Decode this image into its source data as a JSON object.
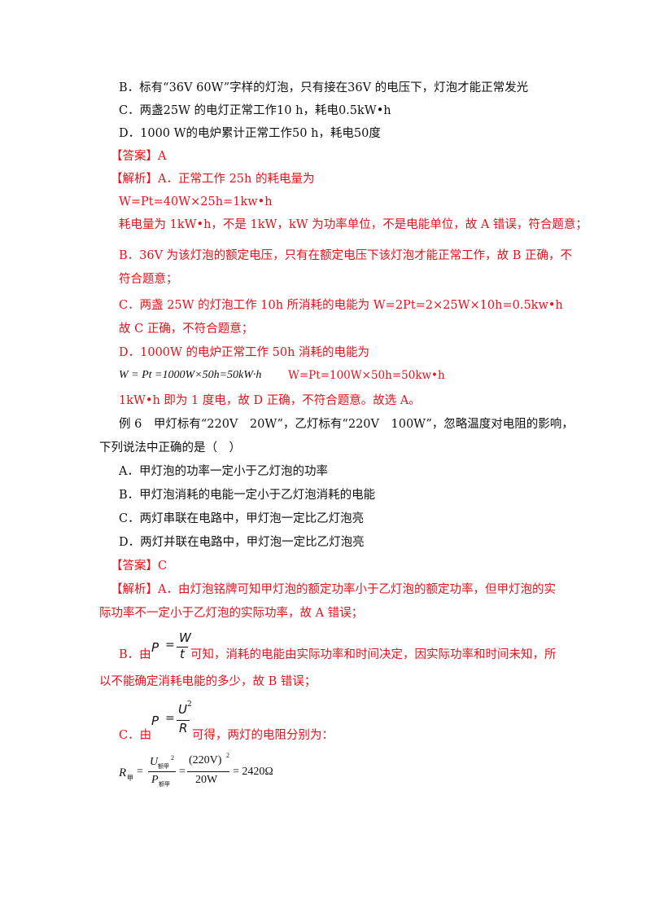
{
  "lines": {
    "b1": "B．标有“36V 60W”字样的灯泡，只有接在36V 的电压下，灯泡才能正常发光",
    "c1": "C．两盏25W 的电灯正常工作10 h，耗电0.5kW•h",
    "d1": "D．1000 W的电炉累计正常工作50 h，耗电50度",
    "ans1": "【答案】A",
    "jx1": "【解析】A．正常工作 25h 的耗电量为",
    "wpt": "W=Pt=40W×25h=1kw•h",
    "jx2": "耗电量为 1kW•h，不是 1kW，kW 为功率单位，不是电能单位，故 A 错误，符合题意；",
    "jx3a": "B．36V 为该灯泡的额定电压，只有在额定电压下该灯泡才能正常工作，故 B 正确，不",
    "jx3b": "符合题意；",
    "jx4": "C．两盏 25W 的灯泡工作 10h 所消耗的电能为 W=2Pt=2×25W×10h=0.5kw•h",
    "jx5": "故 C 正确，不符合题意；",
    "jx6": "D．1000W 的电炉正常工作 50h 消耗的电能为",
    "f1": "W = Pt =1000W×50h=50kW·h",
    "f1red": "W=Pt=100W×50h=50kw•h",
    "jx7": "1kW•h 即为 1 度电，故 D 正确，不符合题意。故选 A。",
    "ex6a": "例 6　甲灯标有“220V　20W”，乙灯标有“220V　100W”，忽略温度对电阻的影响，",
    "ex6b": "下列说法中正确的是（　）",
    "oa": "A．甲灯泡的功率一定小于乙灯泡的功率",
    "ob": "B．甲灯泡消耗的电能一定小于乙灯泡消耗的电能",
    "oc": "C．两灯串联在电路中，甲灯泡一定比乙灯泡亮",
    "od": "D．两灯并联在电路中，甲灯泡一定比乙灯泡亮",
    "ans2": "【答案】C",
    "jx8a": "【解析】A．由灯泡铭牌可知甲灯泡的额定功率小于乙灯泡的额定功率，但甲灯泡的实",
    "jx8b": "际功率不一定小于乙灯泡的实际功率，故 A 错误；",
    "jx9pre": "B．由",
    "jx9post": "可知，消耗的电能由实际功率和时间决定，因实际功率和时间未知，所",
    "jx9b": "以不能确定消耗电能的多少，故 B 错误；",
    "jx10pre": "C．由",
    "jx10post": "可得，两灯的电阻分别为：",
    "fP": "P",
    "fEq": "=",
    "fW": "W",
    "ft": "t",
    "fU": "U",
    "fsq": "2",
    "fR": "R",
    "rsym": "R",
    "rsub": "甲",
    "rnum": "U",
    "rnumsub": "额甲",
    "rden": "P",
    "rdensub": "额甲",
    "rmid": "(220V)",
    "rmidsq": "2",
    "rmidden": "20W",
    "rres": "= 2420Ω"
  }
}
